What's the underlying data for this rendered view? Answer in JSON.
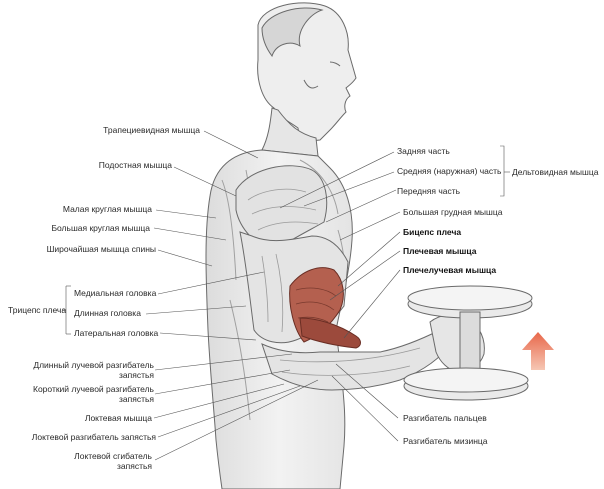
{
  "labels": {
    "trapezius": "Трапециевидная мышца",
    "infraspinatus": "Подостная мышца",
    "teres_minor": "Малая круглая мышца",
    "teres_major": "Большая круглая мышца",
    "latissimus": "Широчайшая мышца спины",
    "triceps_group": "Трицепс плеча",
    "medial_head": "Медиальная головка",
    "long_head": "Длинная головка",
    "lateral_head": "Латеральная головка",
    "ecr_longus_1": "Длинный лучевой разгибатель",
    "ecr_longus_2": "запястья",
    "ecr_brevis_1": "Короткий лучевой разгибатель",
    "ecr_brevis_2": "запястья",
    "anconeus": "Локтевая мышца",
    "ecu": "Локтевой разгибатель запястья",
    "fcu_1": "Локтевой сгибатель",
    "fcu_2": "запястья",
    "deltoid_rear": "Задняя часть",
    "deltoid_middle": "Средняя  (наружная)  часть",
    "deltoid_front": "Передняя часть",
    "deltoid_group": "Дельтовидная мышца",
    "pectoralis": "Большая грудная мышца",
    "biceps": "Бицепс плеча",
    "brachialis": "Плечевая мышца",
    "brachioradialis": "Плечелучевая мышца",
    "ext_digitorum": "Разгибатель пальцев",
    "ext_digiti_minimi": "Разгибатель мизинца"
  },
  "colors": {
    "highlight_muscle": "#a85a4c",
    "arrow": "#e07050",
    "line": "#555555"
  }
}
